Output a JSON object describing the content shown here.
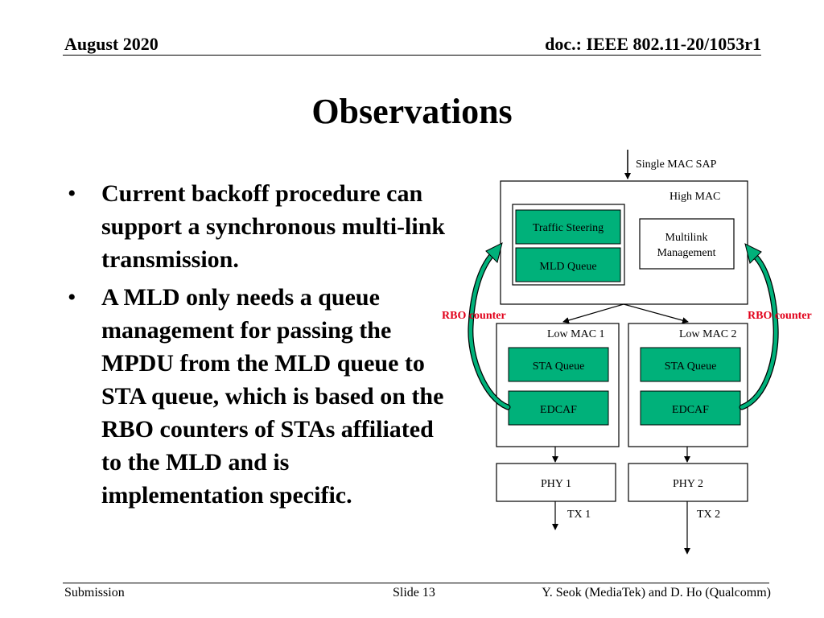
{
  "header": {
    "date": "August 2020",
    "doc": "doc.: IEEE 802.11-20/1053r1"
  },
  "slide": {
    "title": "Observations",
    "bullets": [
      "Current backoff procedure can support a synchronous multi-link transmission.",
      "A MLD only needs a queue management for passing the MPDU from the MLD queue to STA queue, which is based on the RBO counters of STAs affiliated to the MLD and is implementation specific."
    ],
    "bullet_symbol": "•"
  },
  "diagram": {
    "sap_label": "Single MAC SAP",
    "high_mac": {
      "label": "High MAC",
      "traffic_steering": "Traffic Steering",
      "mld_queue": "MLD Queue",
      "multilink_management": [
        "Multilink",
        "Management"
      ]
    },
    "low_macs": [
      {
        "label": "Low MAC 1",
        "sta_queue": "STA Queue",
        "edcaf": "EDCAF",
        "phy": "PHY 1",
        "tx": "TX 1"
      },
      {
        "label": "Low MAC 2",
        "sta_queue": "STA Queue",
        "edcaf": "EDCAF",
        "phy": "PHY 2",
        "tx": "TX 2"
      }
    ],
    "rbo_counter_label": "RBO counter",
    "colors": {
      "green_box": "#00b17a",
      "rbo_text": "#e1001a",
      "arrow_fill": "#00b17a"
    }
  },
  "footer": {
    "left": "Submission",
    "center": "Slide 13",
    "right": "Y. Seok (MediaTek) and D. Ho (Qualcomm)"
  }
}
